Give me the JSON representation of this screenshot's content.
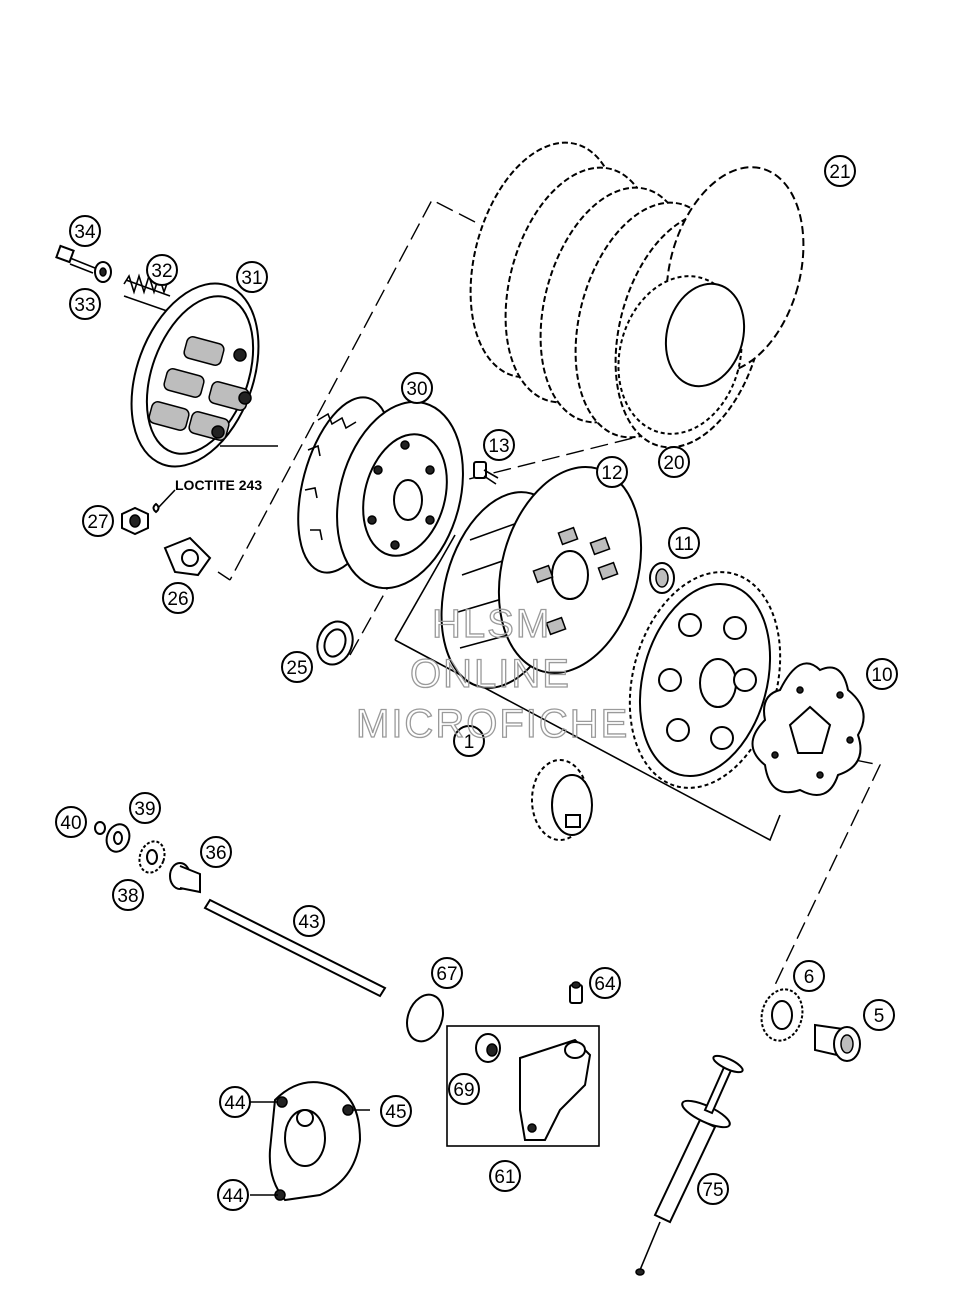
{
  "diagram": {
    "callouts": {
      "c34": "34",
      "c33": "33",
      "c32": "32",
      "c31": "31",
      "c30": "30",
      "c27": "27",
      "c26": "26",
      "c25": "25",
      "c13": "13",
      "c12": "12",
      "c11": "11",
      "c1": "1",
      "c10": "10",
      "c21": "21",
      "c20": "20",
      "c40": "40",
      "c39": "39",
      "c38": "38",
      "c36": "36",
      "c43": "43",
      "c67": "67",
      "c64": "64",
      "c6": "6",
      "c5": "5",
      "c69": "69",
      "c61": "61",
      "c44a": "44",
      "c44b": "44",
      "c45": "45",
      "c75": "75"
    },
    "loctite_label": "LOCTITE 243",
    "watermark": {
      "line1": "HLSM",
      "line2": "ONLINE",
      "line3": "MICROFICHE"
    }
  }
}
